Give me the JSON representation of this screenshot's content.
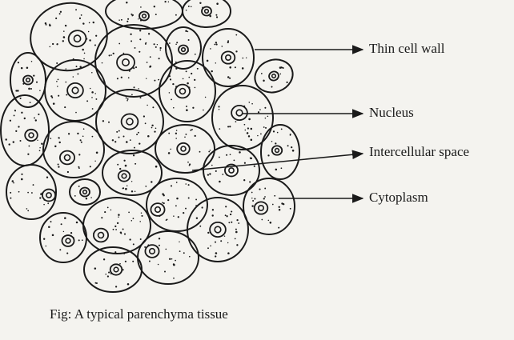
{
  "labels": {
    "cell_wall": "Thin cell wall",
    "nucleus": "Nucleus",
    "intercellular_space": "Intercellular space",
    "cytoplasm": "Cytoplasm"
  },
  "caption": "Fig: A typical parenchyma tissue",
  "colors": {
    "ink": "#1a1a1a",
    "paper": "#f4f3ef"
  }
}
